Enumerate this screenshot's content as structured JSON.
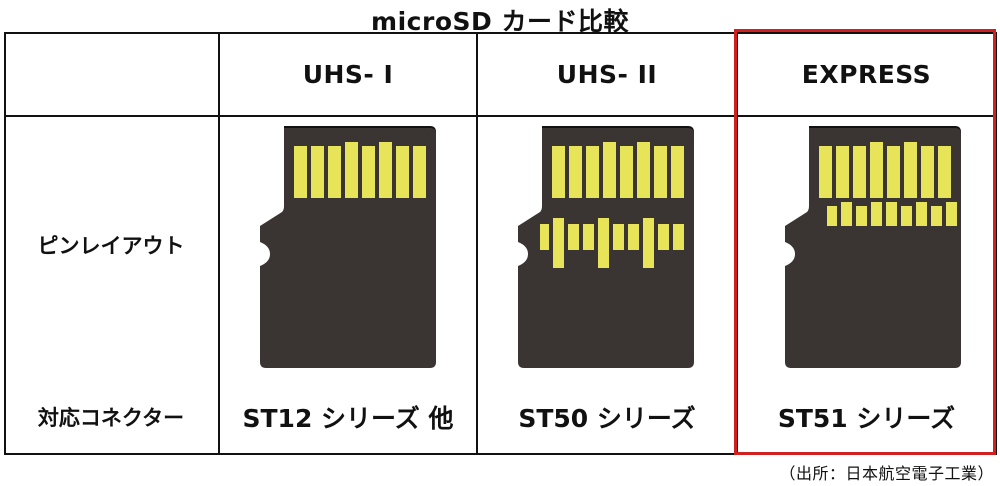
{
  "title": "microSD カード比較",
  "headers": [
    "UHS- I",
    "UHS- II",
    "EXPRESS"
  ],
  "rows": {
    "pin_layout": "ピンレイアウト",
    "connector": "対応コネクター"
  },
  "connectors": [
    "ST12 シリーズ 他",
    "ST50 シリーズ",
    "ST51 シリーズ"
  ],
  "highlighted_column": "EXPRESS",
  "source": "（出所：日本航空電子工業）",
  "colors": {
    "card_body": "#3a3432",
    "card_edge": "#141210",
    "pin": "#e8e45a",
    "highlight_border": "#d0201f"
  }
}
